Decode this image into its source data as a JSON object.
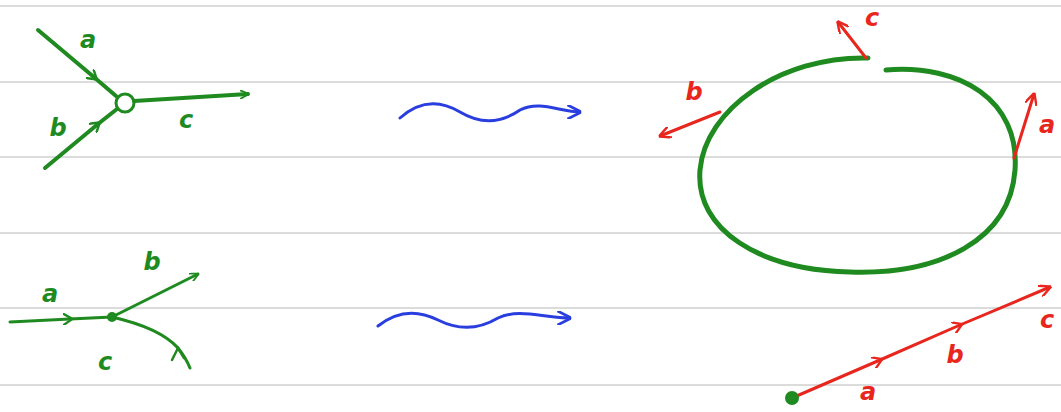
{
  "diagram": {
    "labels": [
      "a",
      "b",
      "c",
      "c",
      "b",
      "a",
      "a",
      "b",
      "c",
      "a",
      "b",
      "c"
    ]
  }
}
